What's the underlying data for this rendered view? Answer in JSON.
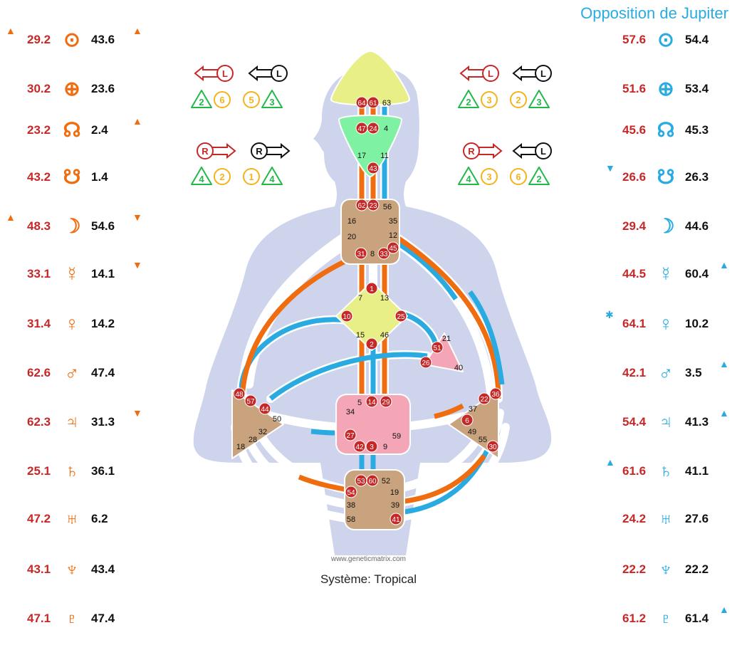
{
  "title": "Opposition de Jupiter",
  "website": "www.geneticmatrix.com",
  "system_label": "Système: Tropical",
  "colors": {
    "design": "#ef6c0f",
    "personality": "#29abe2",
    "gate_red": "#c62828"
  },
  "left": [
    {
      "planet": "sun",
      "symbol": "⊙",
      "d": "29.2",
      "p": "43.6",
      "mark_left": "▲",
      "mark_right": "▲"
    },
    {
      "planet": "earth",
      "symbol": "⊕",
      "d": "30.2",
      "p": "23.6",
      "mark_left": "",
      "mark_right": ""
    },
    {
      "planet": "north-node",
      "symbol": "☊",
      "d": "23.2",
      "p": "2.4",
      "mark_left": "",
      "mark_right": "▲"
    },
    {
      "planet": "south-node",
      "symbol": "☋",
      "d": "43.2",
      "p": "1.4",
      "mark_left": "",
      "mark_right": ""
    },
    {
      "planet": "moon",
      "symbol": "☽",
      "d": "48.3",
      "p": "54.6",
      "mark_left": "▲",
      "mark_right": "▼"
    },
    {
      "planet": "mercury",
      "symbol": "☿",
      "d": "33.1",
      "p": "14.1",
      "mark_left": "",
      "mark_right": "▼"
    },
    {
      "planet": "venus",
      "symbol": "♀",
      "d": "31.4",
      "p": "14.2",
      "mark_left": "",
      "mark_right": ""
    },
    {
      "planet": "mars",
      "symbol": "♂",
      "d": "62.6",
      "p": "47.4",
      "mark_left": "",
      "mark_right": ""
    },
    {
      "planet": "jupiter",
      "symbol": "♃",
      "d": "62.3",
      "p": "31.3",
      "mark_left": "",
      "mark_right": "▼"
    },
    {
      "planet": "saturn",
      "symbol": "♄",
      "d": "25.1",
      "p": "36.1",
      "mark_left": "",
      "mark_right": ""
    },
    {
      "planet": "uranus",
      "symbol": "♅",
      "d": "47.2",
      "p": "6.2",
      "mark_left": "",
      "mark_right": ""
    },
    {
      "planet": "neptune",
      "symbol": "♆",
      "d": "43.1",
      "p": "43.4",
      "mark_left": "",
      "mark_right": ""
    },
    {
      "planet": "pluto",
      "symbol": "♇",
      "d": "47.1",
      "p": "47.4",
      "mark_left": "",
      "mark_right": ""
    }
  ],
  "right": [
    {
      "planet": "sun",
      "symbol": "⊙",
      "d": "57.6",
      "p": "54.4",
      "mark_left": "",
      "mark_right": ""
    },
    {
      "planet": "earth",
      "symbol": "⊕",
      "d": "51.6",
      "p": "53.4",
      "mark_left": "",
      "mark_right": ""
    },
    {
      "planet": "north-node",
      "symbol": "☊",
      "d": "45.6",
      "p": "45.3",
      "mark_left": "",
      "mark_right": ""
    },
    {
      "planet": "south-node",
      "symbol": "☋",
      "d": "26.6",
      "p": "26.3",
      "mark_left": "▼",
      "mark_right": ""
    },
    {
      "planet": "moon",
      "symbol": "☽",
      "d": "29.4",
      "p": "44.6",
      "mark_left": "",
      "mark_right": ""
    },
    {
      "planet": "mercury",
      "symbol": "☿",
      "d": "44.5",
      "p": "60.4",
      "mark_left": "",
      "mark_right": "▲"
    },
    {
      "planet": "venus",
      "symbol": "♀",
      "d": "64.1",
      "p": "10.2",
      "mark_left": "✱",
      "mark_right": ""
    },
    {
      "planet": "mars",
      "symbol": "♂",
      "d": "42.1",
      "p": "3.5",
      "mark_left": "",
      "mark_right": "▲"
    },
    {
      "planet": "jupiter",
      "symbol": "♃",
      "d": "54.4",
      "p": "41.3",
      "mark_left": "",
      "mark_right": "▲"
    },
    {
      "planet": "saturn",
      "symbol": "♄",
      "d": "61.6",
      "p": "41.1",
      "mark_left": "▲",
      "mark_right": ""
    },
    {
      "planet": "uranus",
      "symbol": "♅",
      "d": "24.2",
      "p": "27.6",
      "mark_left": "",
      "mark_right": ""
    },
    {
      "planet": "neptune",
      "symbol": "♆",
      "d": "22.2",
      "p": "22.2",
      "mark_left": "",
      "mark_right": ""
    },
    {
      "planet": "pluto",
      "symbol": "♇",
      "d": "61.2",
      "p": "61.4",
      "mark_left": "",
      "mark_right": "▲"
    }
  ],
  "variables": {
    "top_left": {
      "arrow1": "L",
      "arrow2": "L",
      "nums": [
        "2",
        "6",
        "5",
        "3"
      ]
    },
    "bottom_left": {
      "arrow1": "R",
      "arrow2": "R",
      "nums": [
        "4",
        "2",
        "1",
        "4"
      ]
    },
    "top_right": {
      "arrow1": "L",
      "arrow2": "L",
      "nums": [
        "2",
        "3",
        "2",
        "3"
      ]
    },
    "bottom_right": {
      "arrow1": "R",
      "arrow2": "L",
      "nums": [
        "4",
        "3",
        "6",
        "2"
      ]
    }
  },
  "gates": {
    "head": {
      "active": [
        "64",
        "61"
      ],
      "inactive": [
        "63"
      ]
    },
    "ajna": {
      "active": [
        "47",
        "24",
        "43"
      ],
      "inactive": [
        "4",
        "17",
        "11"
      ]
    },
    "throat": {
      "active": [
        "62",
        "23",
        "31",
        "33",
        "45"
      ],
      "inactive": [
        "56",
        "16",
        "35",
        "20",
        "12",
        "8"
      ]
    },
    "g": {
      "active": [
        "1",
        "10",
        "25",
        "2"
      ],
      "inactive": [
        "7",
        "13",
        "15",
        "46"
      ]
    },
    "ego": {
      "active": [
        "51",
        "26"
      ],
      "inactive": [
        "21",
        "40"
      ]
    },
    "spleen": {
      "active": [
        "48",
        "57",
        "44"
      ],
      "inactive": [
        "50",
        "32",
        "28",
        "18"
      ]
    },
    "sacral": {
      "active": [
        "14",
        "29",
        "27",
        "42",
        "3"
      ],
      "inactive": [
        "5",
        "34",
        "59",
        "9"
      ]
    },
    "solar": {
      "active": [
        "36",
        "22",
        "6",
        "30"
      ],
      "inactive": [
        "37",
        "49",
        "55"
      ]
    },
    "root": {
      "active": [
        "53",
        "60",
        "54",
        "41"
      ],
      "inactive": [
        "52",
        "19",
        "38",
        "39",
        "58"
      ]
    }
  }
}
